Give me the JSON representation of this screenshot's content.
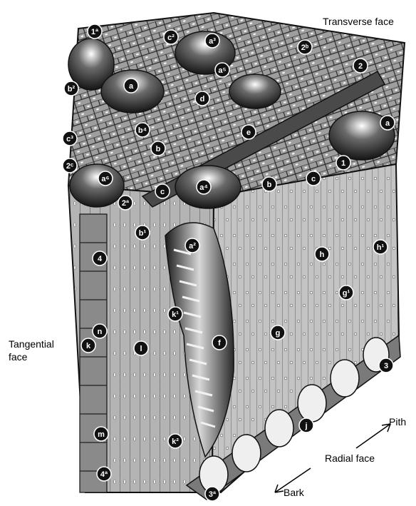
{
  "face_labels": {
    "transverse": "Transverse face",
    "tangential_line1": "Tangential",
    "tangential_line2": "face",
    "radial": "Radial face",
    "pith": "Pith",
    "bark": "Bark"
  },
  "callouts": [
    {
      "id": "1a",
      "text": "1ª"
    },
    {
      "id": "c2",
      "text": "c²"
    },
    {
      "id": "a3",
      "text": "a³"
    },
    {
      "id": "a5_top",
      "text": "a⁵"
    },
    {
      "id": "2b",
      "text": "2ᵇ"
    },
    {
      "id": "2",
      "text": "2"
    },
    {
      "id": "a_top",
      "text": "a"
    },
    {
      "id": "b2",
      "text": "b²"
    },
    {
      "id": "d",
      "text": "d"
    },
    {
      "id": "a_right",
      "text": "a"
    },
    {
      "id": "c3",
      "text": "c³"
    },
    {
      "id": "b4",
      "text": "b⁴"
    },
    {
      "id": "e",
      "text": "e"
    },
    {
      "id": "b",
      "text": "b"
    },
    {
      "id": "2c",
      "text": "2ᶜ"
    },
    {
      "id": "1",
      "text": "1"
    },
    {
      "id": "a6",
      "text": "a⁶"
    },
    {
      "id": "c_mid",
      "text": "c"
    },
    {
      "id": "a4",
      "text": "a⁴"
    },
    {
      "id": "b_mid",
      "text": "b"
    },
    {
      "id": "c_right",
      "text": "c"
    },
    {
      "id": "2a",
      "text": "2ª"
    },
    {
      "id": "b1",
      "text": "b¹"
    },
    {
      "id": "a2",
      "text": "a²"
    },
    {
      "id": "h",
      "text": "h"
    },
    {
      "id": "h1",
      "text": "h¹"
    },
    {
      "id": "4",
      "text": "4"
    },
    {
      "id": "g1",
      "text": "g¹"
    },
    {
      "id": "k1",
      "text": "k¹"
    },
    {
      "id": "n",
      "text": "n"
    },
    {
      "id": "k",
      "text": "k"
    },
    {
      "id": "l",
      "text": "l"
    },
    {
      "id": "f",
      "text": "f"
    },
    {
      "id": "g",
      "text": "g"
    },
    {
      "id": "3",
      "text": "3"
    },
    {
      "id": "j",
      "text": "j"
    },
    {
      "id": "m",
      "text": "m"
    },
    {
      "id": "k2",
      "text": "k²"
    },
    {
      "id": "4a",
      "text": "4ª"
    },
    {
      "id": "3a",
      "text": "3ª"
    }
  ],
  "colors": {
    "top_face": "#9c9c9c",
    "cell_wall": "#2a2a2a",
    "tangential_face": "#b8b8b8",
    "radial_face": "#c8c8c8",
    "vessel_dark": "#1e1e1e",
    "callout_fill": "#111111",
    "callout_text": "#ffffff"
  }
}
